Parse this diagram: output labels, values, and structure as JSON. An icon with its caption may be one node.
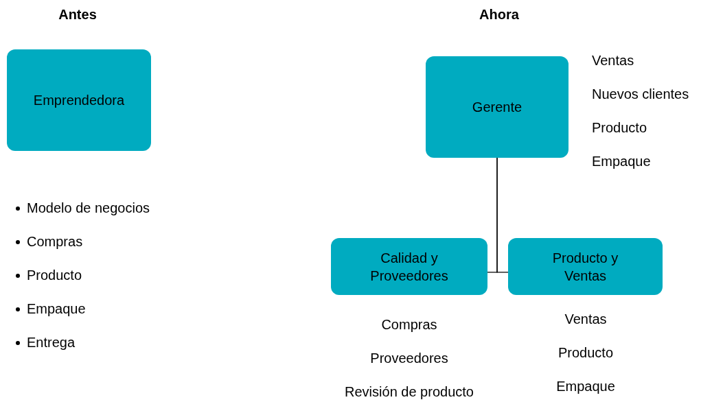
{
  "diagram": {
    "nodes": [
      {
        "text": [
          "Emprendedora"
        ],
        "beside": [
          "Modelo de negocios",
          "Compras",
          "Producto",
          "Empaque",
          "Entrega"
        ]
      },
      {
        "text": [
          "Gerente"
        ],
        "beside": [
          "Ventas",
          "Nuevos clientes",
          "Producto",
          "Empaque"
        ]
      },
      {
        "text": [
          "Calidad y Proveedores"
        ],
        "beside": [
          "Compras",
          "Proveedores",
          "Revisión de producto"
        ]
      },
      {
        "text": [
          "Producto y Ventas"
        ],
        "beside": [
          "Ventas",
          "Producto",
          "Empaque"
        ]
      }
    ],
    "edges": [
      {
        "from": 1,
        "to": 2,
        "arrow": "none"
      },
      {
        "from": 1,
        "to": 3,
        "arrow": "none"
      }
    ],
    "labels": [
      "Antes",
      "Ahora"
    ]
  }
}
